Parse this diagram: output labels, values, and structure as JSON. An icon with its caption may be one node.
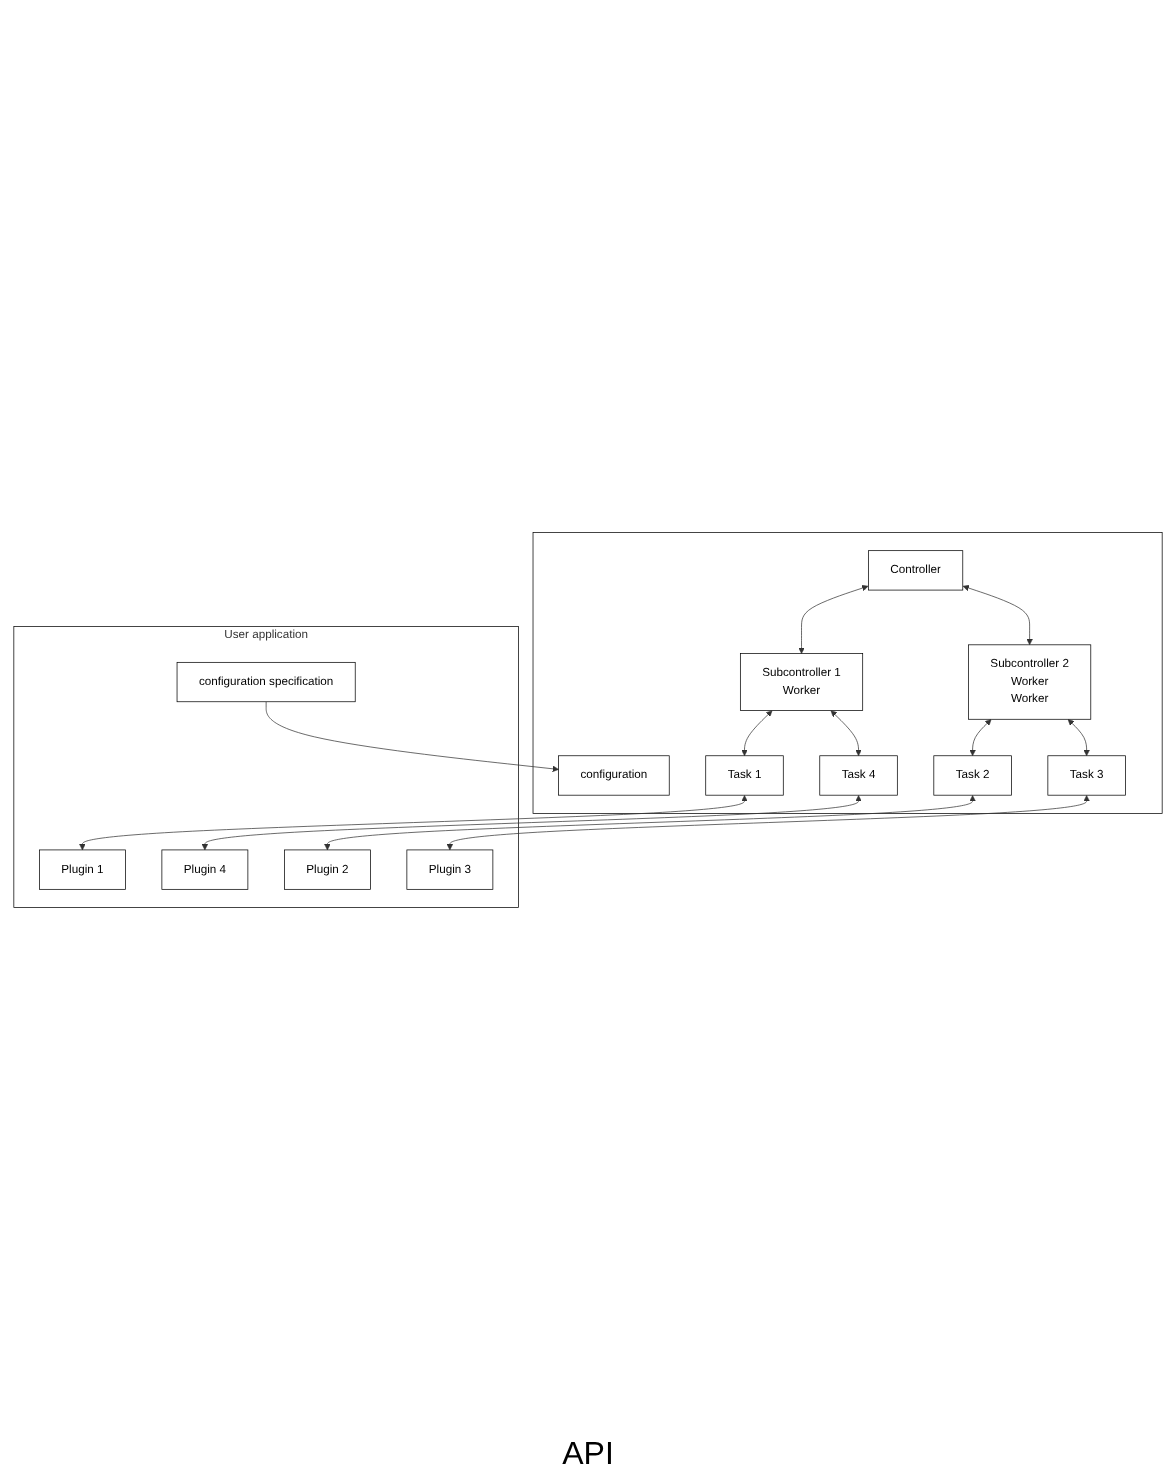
{
  "diagram": {
    "nodes": [
      {
        "text": [],
        "shape": "box"
      },
      {
        "text": [
          "configuration"
        ],
        "in": 0
      },
      {
        "text": [
          "Controller"
        ],
        "in": 0
      },
      {
        "text": [
          "Subcontroller 1",
          "Worker"
        ],
        "in": 0
      },
      {
        "text": [
          "Subcontroller 2",
          "Worker",
          "Worker"
        ],
        "in": 0
      },
      {
        "text": [
          "Task 1"
        ],
        "in": 0
      },
      {
        "text": [
          "Task 4"
        ],
        "in": 0
      },
      {
        "text": [
          "Task 2"
        ],
        "in": 0
      },
      {
        "text": [
          "Task 3"
        ],
        "in": 0
      },
      {
        "text": [
          "User application"
        ]
      },
      {
        "text": [
          "configuration specification"
        ],
        "in": 9
      },
      {
        "text": [
          "Plugin 1"
        ],
        "in": 9
      },
      {
        "text": [
          "Plugin 4"
        ],
        "in": 9
      },
      {
        "text": [
          "Plugin 2"
        ],
        "in": 9
      },
      {
        "text": [
          "Plugin 3"
        ],
        "in": 9
      }
    ],
    "edges": [
      {
        "from": 10,
        "to": 1,
        "arrow": "to"
      },
      {
        "from": 2,
        "to": 3,
        "arrow": "both"
      },
      {
        "from": 2,
        "to": 4,
        "arrow": "both"
      },
      {
        "from": 3,
        "to": 5,
        "arrow": "both"
      },
      {
        "from": 3,
        "to": 6,
        "arrow": "both"
      },
      {
        "from": 4,
        "to": 7,
        "arrow": "both"
      },
      {
        "from": 4,
        "to": 8,
        "arrow": "both"
      },
      {
        "from": 5,
        "to": 11,
        "arrow": "both"
      },
      {
        "from": 6,
        "to": 12,
        "arrow": "both"
      },
      {
        "from": 7,
        "to": 13,
        "arrow": "both"
      },
      {
        "from": 8,
        "to": 14,
        "arrow": "both"
      }
    ],
    "labels": [
      "API"
    ]
  }
}
